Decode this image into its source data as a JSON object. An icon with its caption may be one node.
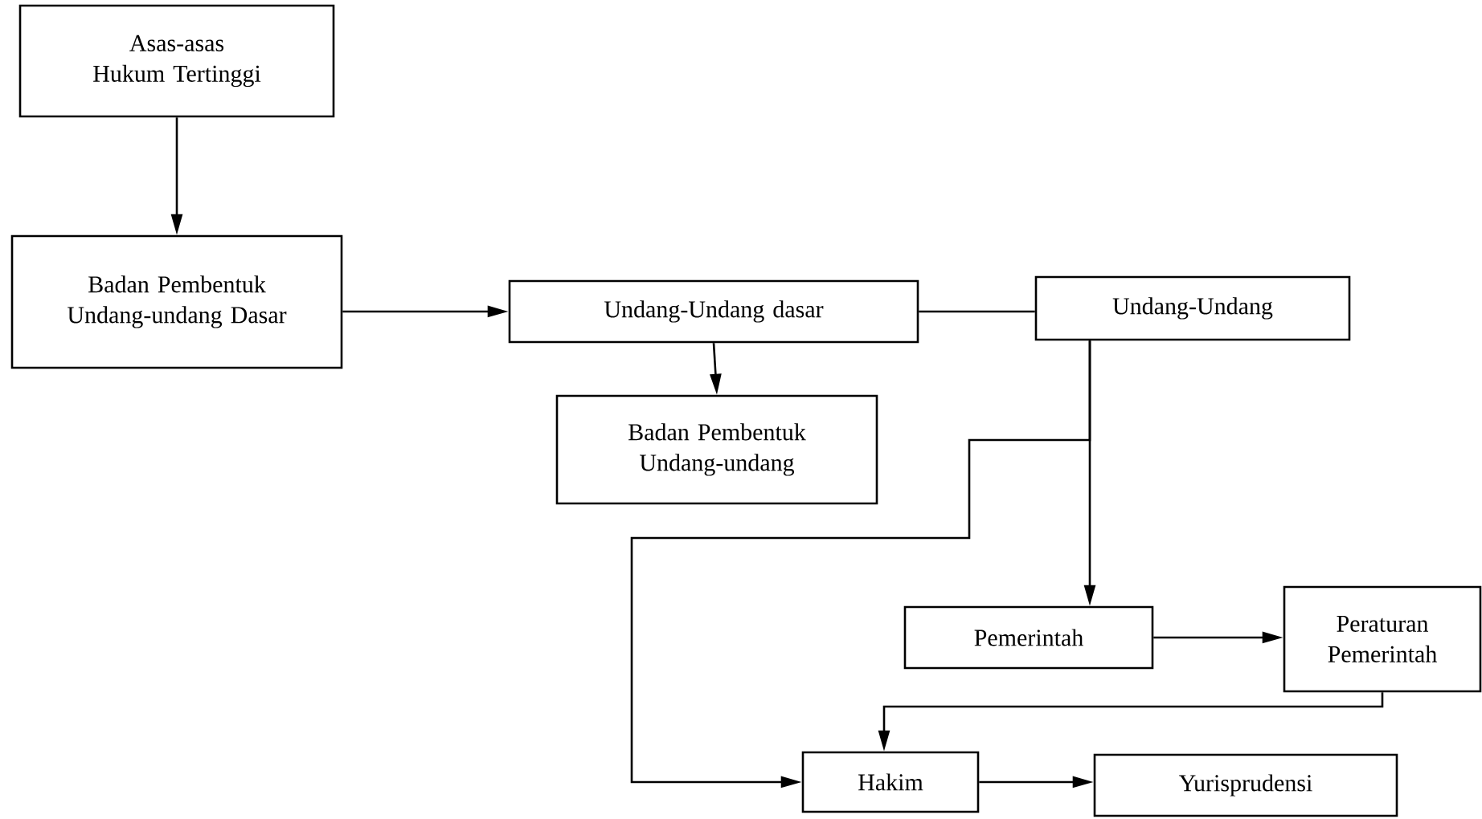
{
  "diagram": {
    "nodes": [
      {
        "text": [
          "Asas-asas Hukum Tertinggi"
        ]
      },
      {
        "text": [
          "Badan Pembentuk Undang-undang Dasar"
        ]
      },
      {
        "text": [
          "Undang-Undang dasar"
        ]
      },
      {
        "text": [
          "Undang-Undang"
        ]
      },
      {
        "text": [
          "Badan Pembentuk Undang-undang"
        ]
      },
      {
        "text": [
          "Pemerintah"
        ]
      },
      {
        "text": [
          "Peraturan Pemerintah"
        ]
      },
      {
        "text": [
          "Hakim"
        ]
      },
      {
        "text": [
          "Yurisprudensi"
        ]
      }
    ],
    "edges": [
      {
        "from": 0,
        "to": 1,
        "arrow": "to"
      },
      {
        "from": 1,
        "to": 2,
        "arrow": "to"
      },
      {
        "from": 2,
        "to": 3,
        "arrow": "none"
      },
      {
        "from": 2,
        "to": 4,
        "arrow": "to"
      },
      {
        "from": 3,
        "to": 5,
        "arrow": "to"
      },
      {
        "from": 3,
        "to": 7,
        "arrow": "to"
      },
      {
        "from": 5,
        "to": 6,
        "arrow": "to"
      },
      {
        "from": 6,
        "to": 7,
        "arrow": "to"
      },
      {
        "from": 7,
        "to": 8,
        "arrow": "to"
      }
    ]
  }
}
